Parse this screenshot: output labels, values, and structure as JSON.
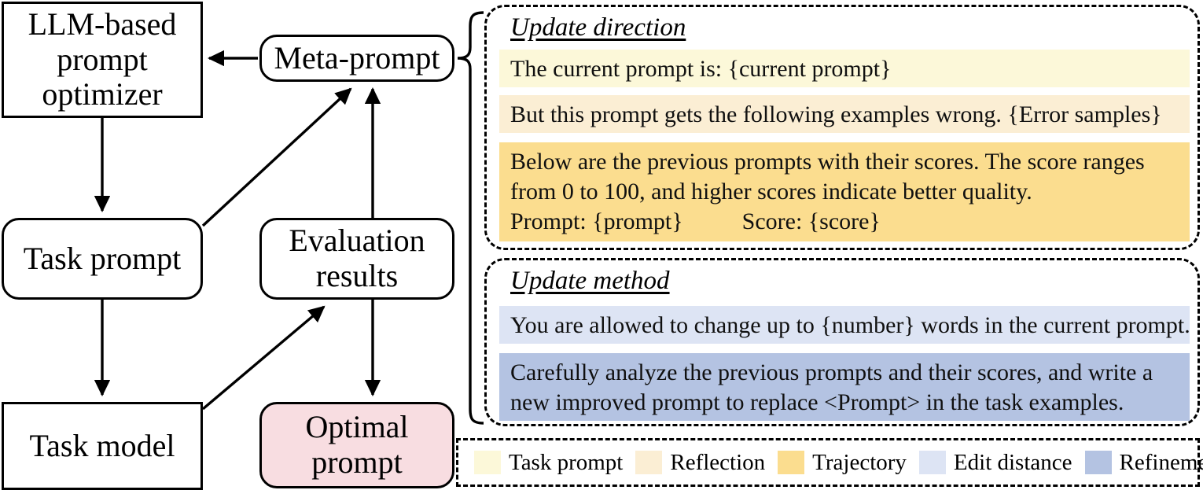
{
  "flow": {
    "nodes": [
      {
        "id": "optimizer",
        "label": "LLM-based prompt optimizer",
        "shape": "rect",
        "fill": "#ffffff"
      },
      {
        "id": "meta_prompt",
        "label": "Meta-prompt",
        "shape": "rounded",
        "fill": "#ffffff"
      },
      {
        "id": "task_prompt",
        "label": "Task prompt",
        "shape": "rounded",
        "fill": "#ffffff"
      },
      {
        "id": "eval_results",
        "label": "Evaluation results",
        "shape": "rounded",
        "fill": "#ffffff"
      },
      {
        "id": "task_model",
        "label": "Task model",
        "shape": "rect",
        "fill": "#ffffff"
      },
      {
        "id": "optimal",
        "label": "Optimal prompt",
        "shape": "rounded",
        "fill": "#f8dde1"
      }
    ]
  },
  "update_direction": {
    "title": "Update direction",
    "blocks": [
      {
        "id": "task_prompt_block",
        "category": "Task prompt",
        "color": "#fcf8d9",
        "lines": [
          "The current prompt is: {current prompt}"
        ]
      },
      {
        "id": "reflection_block",
        "category": "Reflection",
        "color": "#fbeed4",
        "lines": [
          "But this prompt gets the following examples wrong. {Error samples}"
        ]
      },
      {
        "id": "trajectory_block",
        "category": "Trajectory",
        "color": "#fbdd8f",
        "lines": [
          "Below are the previous prompts with their scores. The score ranges",
          "from 0 to 100, and higher scores indicate better quality.",
          "Prompt: {prompt}          Score: {score}"
        ]
      }
    ]
  },
  "update_method": {
    "title": "Update method",
    "blocks": [
      {
        "id": "edit_distance_block",
        "category": "Edit distance",
        "color": "#dde4f4",
        "lines": [
          "You are allowed to change up to {number} words in the current prompt."
        ]
      },
      {
        "id": "refinement_block",
        "category": "Refinement strategy",
        "color": "#b4c3e2",
        "lines": [
          "Carefully analyze the previous prompts and their scores, and write a",
          "new improved prompt to replace <Prompt> in the task examples."
        ]
      }
    ]
  },
  "legend": {
    "items": [
      {
        "label": "Task prompt",
        "color": "#fcf8d9"
      },
      {
        "label": "Reflection",
        "color": "#fbeed4"
      },
      {
        "label": "Trajectory",
        "color": "#fbdd8f"
      },
      {
        "label": "Edit distance",
        "color": "#dde4f4"
      },
      {
        "label": "Refinement strategy",
        "color": "#b4c3e2"
      }
    ]
  }
}
